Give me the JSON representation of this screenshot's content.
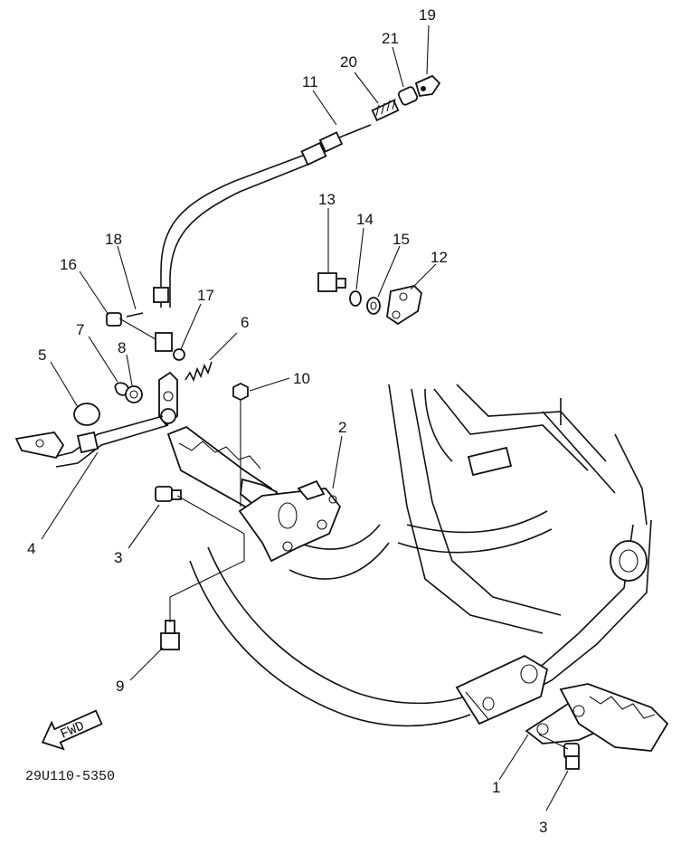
{
  "diagram": {
    "reference_code": "29U110-5350",
    "direction_label": "FWD",
    "callouts": {
      "c19": "19",
      "c21": "21",
      "c20": "20",
      "c11": "11",
      "c13": "13",
      "c14": "14",
      "c15": "15",
      "c12": "12",
      "c18": "18",
      "c16": "16",
      "c17": "17",
      "c6": "6",
      "c7": "7",
      "c8": "8",
      "c5": "5",
      "c10": "10",
      "c2": "2",
      "c4": "4",
      "c3a": "3",
      "c9": "9",
      "c1": "1",
      "c3b": "3"
    }
  }
}
